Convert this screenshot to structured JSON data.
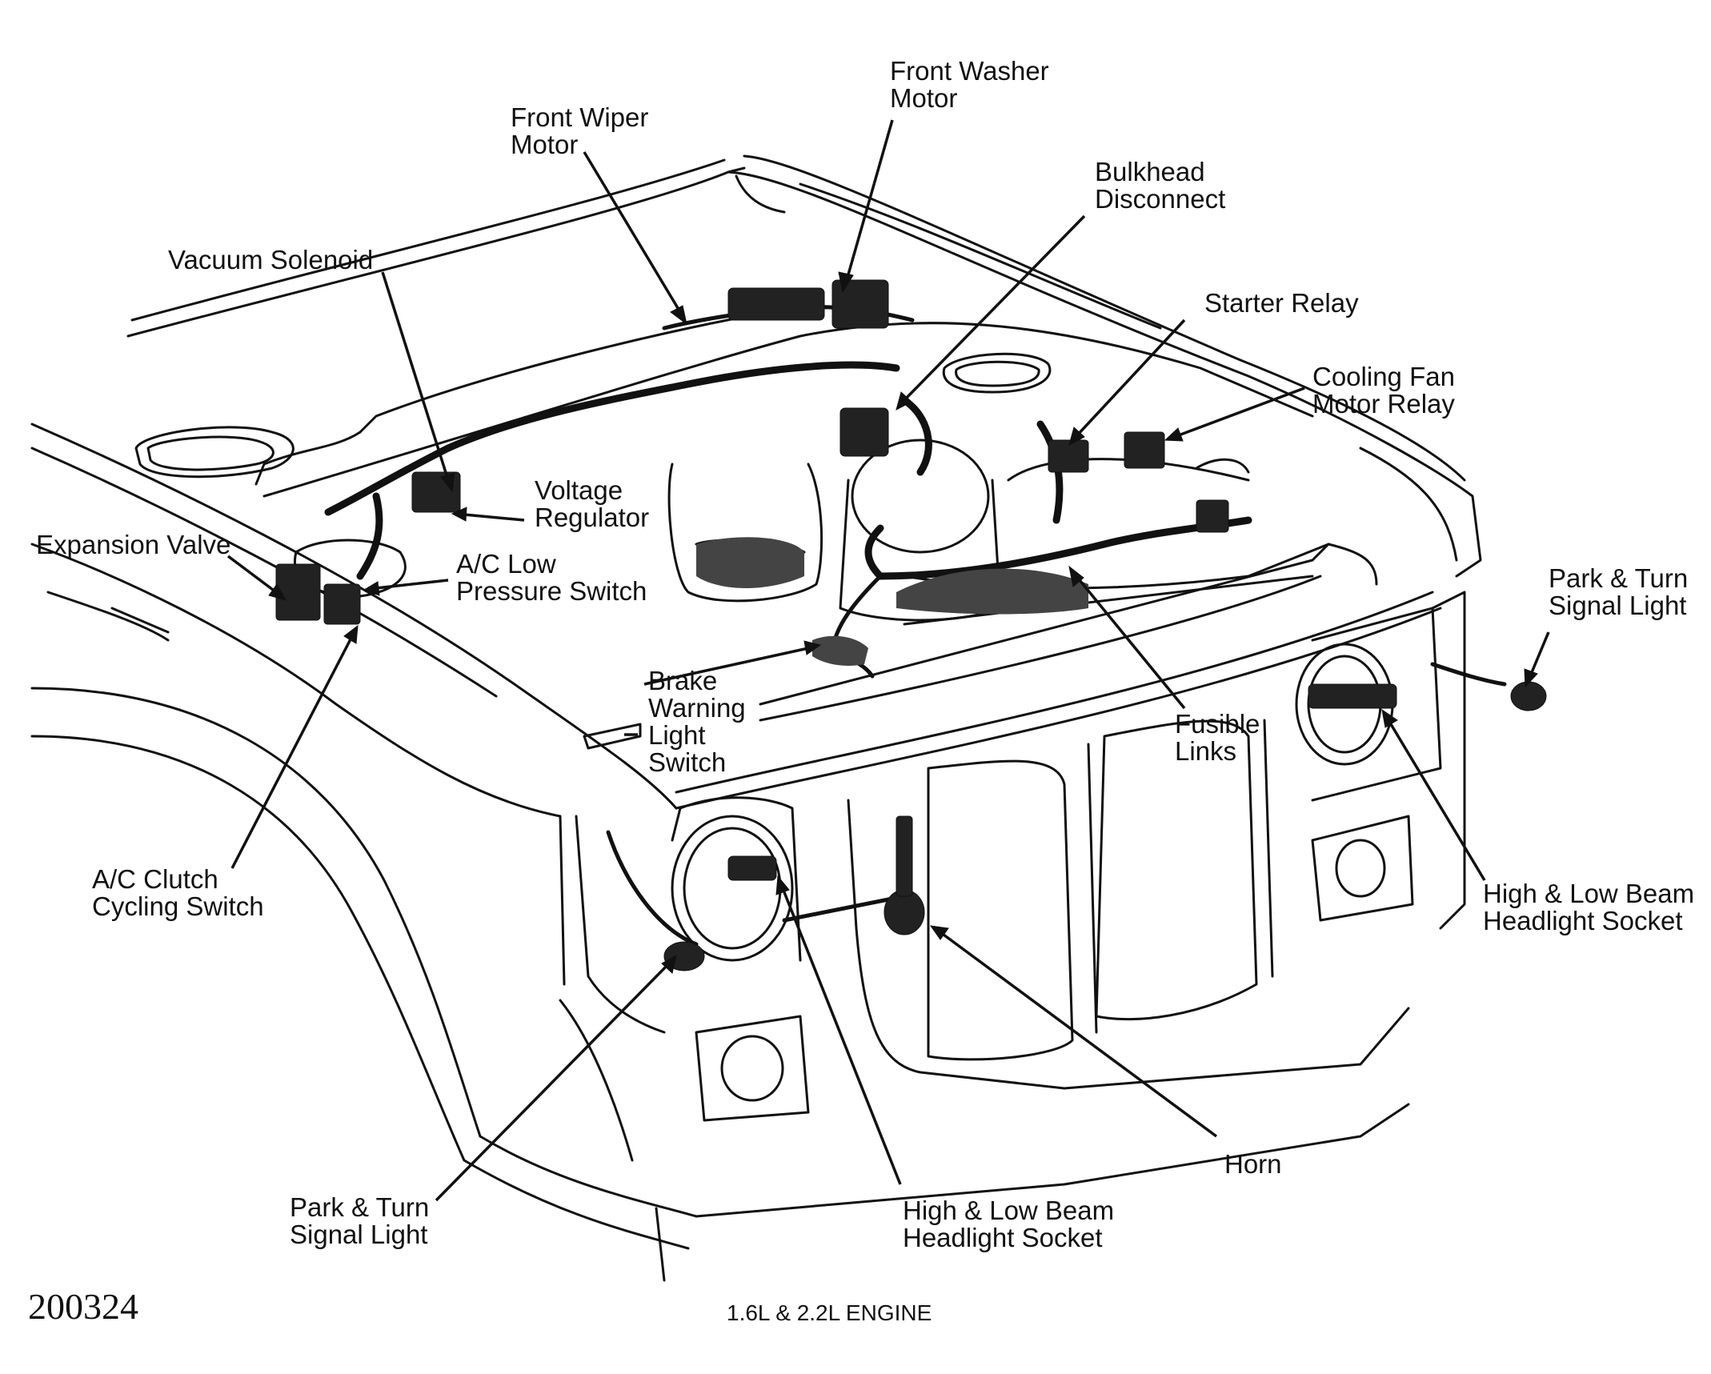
{
  "labels": {
    "front_washer_motor": [
      "Front Washer",
      "Motor"
    ],
    "front_wiper_motor": [
      "Front Wiper",
      "Motor"
    ],
    "bulkhead_disconnect": [
      "Bulkhead",
      "Disconnect"
    ],
    "vacuum_solenoid": [
      "Vacuum Solenoid"
    ],
    "starter_relay": [
      "Starter Relay"
    ],
    "cooling_fan_motor_relay": [
      "Cooling Fan",
      "Motor Relay"
    ],
    "voltage_regulator": [
      "Voltage",
      "Regulator"
    ],
    "expansion_valve": [
      "Expansion Valve"
    ],
    "ac_low_pressure_switch": [
      "A/C Low",
      "Pressure Switch"
    ],
    "park_turn_signal_right": [
      "Park & Turn",
      "Signal Light"
    ],
    "brake_warning_light_switch": [
      "Brake",
      "Warning",
      "Light",
      "Switch"
    ],
    "fusible_links": [
      "Fusible",
      "Links"
    ],
    "ac_clutch_cycling_switch": [
      "A/C Clutch",
      "Cycling Switch"
    ],
    "high_low_beam_right": [
      "High & Low Beam",
      "Headlight Socket"
    ],
    "horn": [
      "Horn"
    ],
    "park_turn_signal_left": [
      "Park & Turn",
      "Signal Light"
    ],
    "high_low_beam_center": [
      "High & Low Beam",
      "Headlight Socket"
    ]
  },
  "figure_number": "200324",
  "caption": "1.6L & 2.2L ENGINE"
}
